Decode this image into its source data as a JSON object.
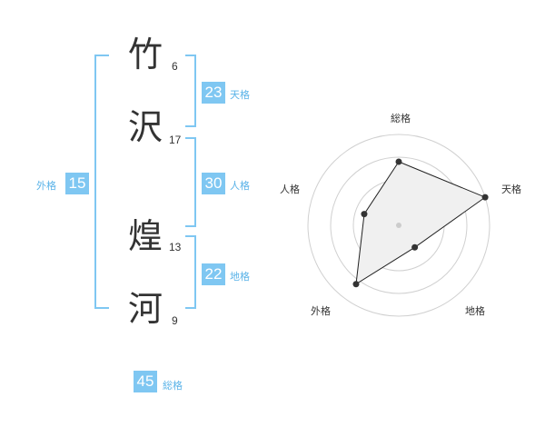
{
  "name": [
    {
      "char": "竹",
      "strokes": "6"
    },
    {
      "char": "沢",
      "strokes": "17"
    },
    {
      "char": "煌",
      "strokes": "13"
    },
    {
      "char": "河",
      "strokes": "9"
    }
  ],
  "fortunes": {
    "tenkaku": {
      "value": "23",
      "label": "天格"
    },
    "jinkaku": {
      "value": "30",
      "label": "人格"
    },
    "chikaku": {
      "value": "22",
      "label": "地格"
    },
    "gaikaku": {
      "value": "15",
      "label": "外格"
    },
    "soukaku": {
      "value": "45",
      "label": "総格"
    }
  },
  "colors": {
    "accent": "#7fc7f2",
    "label": "#5ab3e8",
    "text": "#333333"
  },
  "chart_data": {
    "type": "radar",
    "axes": [
      "総格",
      "天格",
      "地格",
      "外格",
      "人格"
    ],
    "values": [
      0.7,
      1.0,
      0.3,
      0.8,
      0.4
    ],
    "rings": 4
  }
}
